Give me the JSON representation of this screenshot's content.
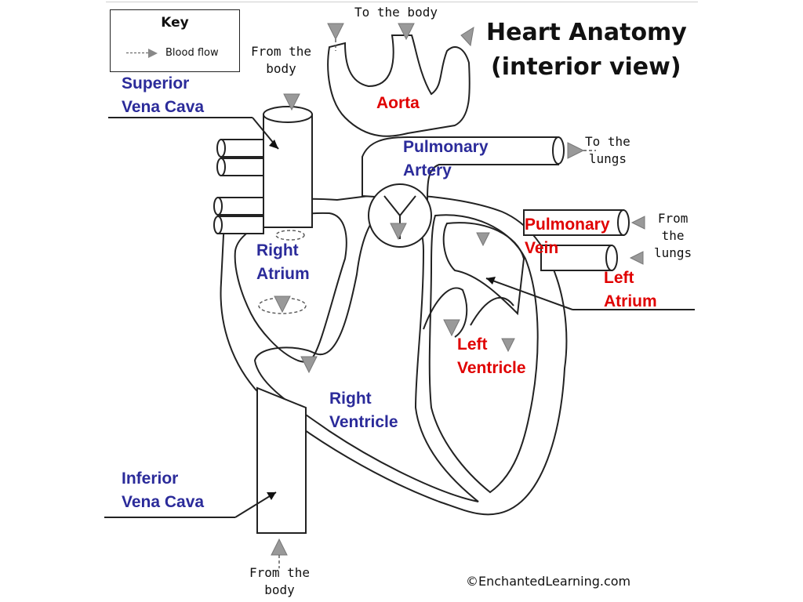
{
  "title": {
    "line1": "Heart Anatomy",
    "line2": "(interior view)"
  },
  "key": {
    "title": "Key",
    "item": "Blood flow"
  },
  "labels": {
    "superior_vena_cava": [
      "Superior",
      "Vena Cava"
    ],
    "aorta": "Aorta",
    "pulmonary_artery": [
      "Pulmonary",
      "Artery"
    ],
    "pulmonary_vein": [
      "Pulmonary",
      "Vein"
    ],
    "right_atrium": [
      "Right",
      "Atrium"
    ],
    "left_atrium": [
      "Left",
      "Atrium"
    ],
    "left_ventricle": [
      "Left",
      "Ventricle"
    ],
    "right_ventricle": [
      "Right",
      "Ventricle"
    ],
    "inferior_vena_cava": [
      "Inferior",
      "Vena Cava"
    ]
  },
  "notes": {
    "to_the_body": "To the body",
    "from_the_body_top": [
      "From the",
      "body"
    ],
    "to_the_lungs": [
      "To the",
      "lungs"
    ],
    "from_the_lungs": [
      "From",
      "the",
      "lungs"
    ],
    "from_the_body_bottom": [
      "From the",
      "body"
    ]
  },
  "copyright": "©EnchantedLearning.com",
  "colors": {
    "blue_label": "#2b2b9a",
    "red_label": "#e00000",
    "outline": "#222222",
    "flow_arrow": "#999999"
  }
}
